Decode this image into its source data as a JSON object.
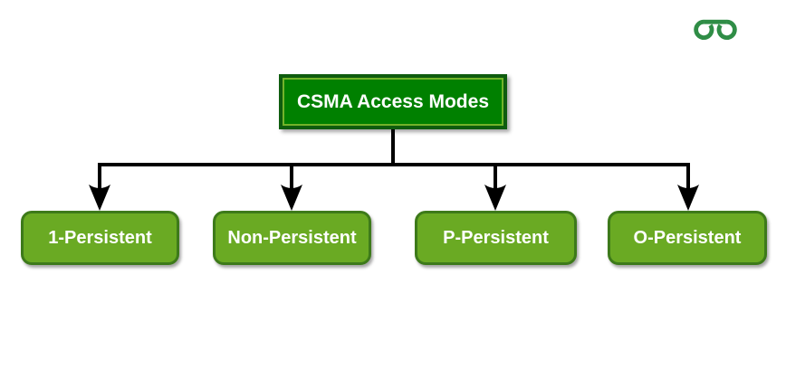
{
  "page": {
    "background_color": "#ffffff"
  },
  "logo": {
    "name": "geeksforgeeks-logo",
    "color": "#2f8d46"
  },
  "diagram": {
    "root": {
      "label": "CSMA Access Modes",
      "fill_color": "#008000",
      "border_color": "#0e5c0e",
      "inner_highlight_color": "#72b32a",
      "text_color": "#ffffff"
    },
    "children": [
      {
        "label": "1-Persistent"
      },
      {
        "label": "Non-Persistent"
      },
      {
        "label": "P-Persistent"
      },
      {
        "label": "O-Persistent"
      }
    ],
    "child_style": {
      "fill_color": "#6aaa23",
      "border_color": "#3d7a1a",
      "text_color": "#ffffff"
    },
    "connectors": {
      "color": "#000000",
      "arrow_direction": "down",
      "arrow_count": 4
    }
  }
}
